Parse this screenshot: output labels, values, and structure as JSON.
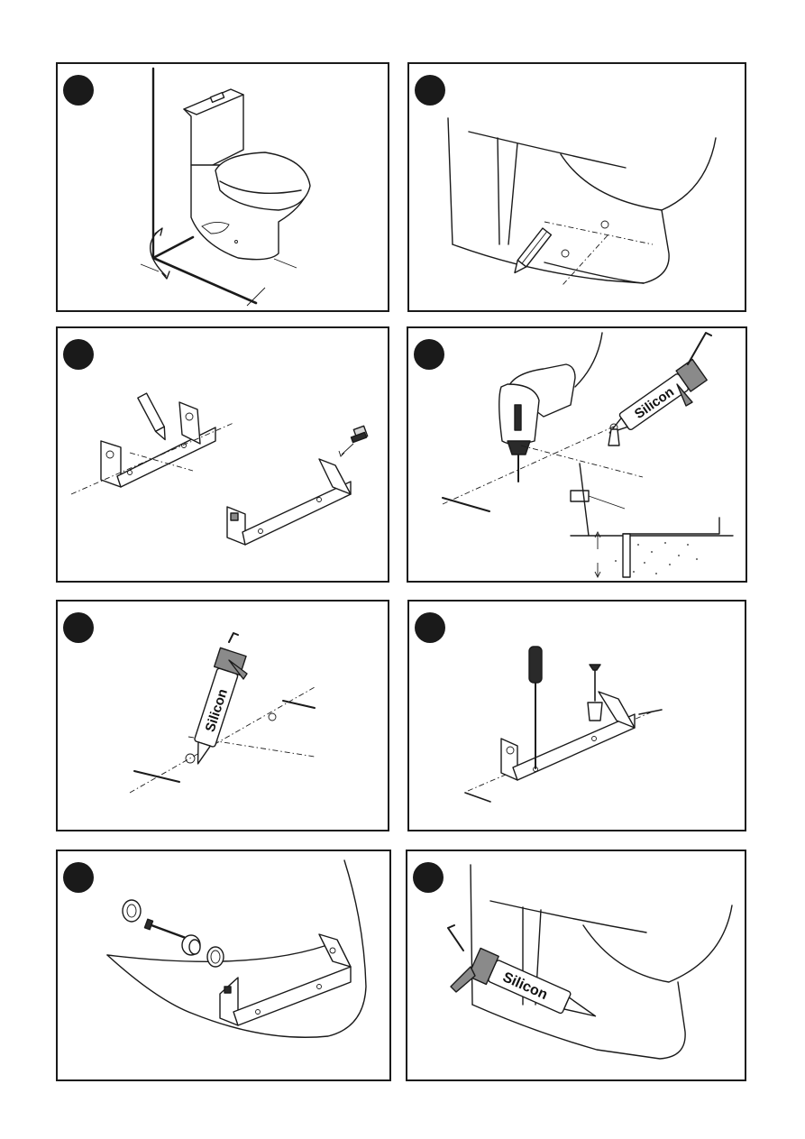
{
  "panels": [
    {
      "step": "",
      "tool_label": ""
    },
    {
      "step": "",
      "tool_label": ""
    },
    {
      "step": "",
      "tool_label": ""
    },
    {
      "step": "",
      "tool_label": "Silicon"
    },
    {
      "step": "",
      "tool_label": "Silicon"
    },
    {
      "step": "",
      "tool_label": ""
    },
    {
      "step": "",
      "tool_label": ""
    },
    {
      "step": "",
      "tool_label": "Silicon"
    }
  ],
  "colors": {
    "ink": "#1a1a1a",
    "badge": "#1a1a1a",
    "paper": "#ffffff"
  },
  "icons": {
    "p1": [
      "toilet-icon",
      "wall-corner-icon",
      "rotation-arrow-icon"
    ],
    "p2": [
      "toilet-base-icon",
      "pencil-icon"
    ],
    "p3": [
      "bracket-icon",
      "pencil-icon",
      "bolt-icon"
    ],
    "p4": [
      "drill-icon",
      "silicone-gun-icon",
      "plug-icon"
    ],
    "p5": [
      "silicone-gun-icon"
    ],
    "p6": [
      "screwdriver-icon",
      "bracket-icon",
      "screw-icon"
    ],
    "p7": [
      "washer-icon",
      "bolt-icon",
      "bracket-icon"
    ],
    "p8": [
      "silicone-gun-icon",
      "toilet-base-icon"
    ]
  }
}
